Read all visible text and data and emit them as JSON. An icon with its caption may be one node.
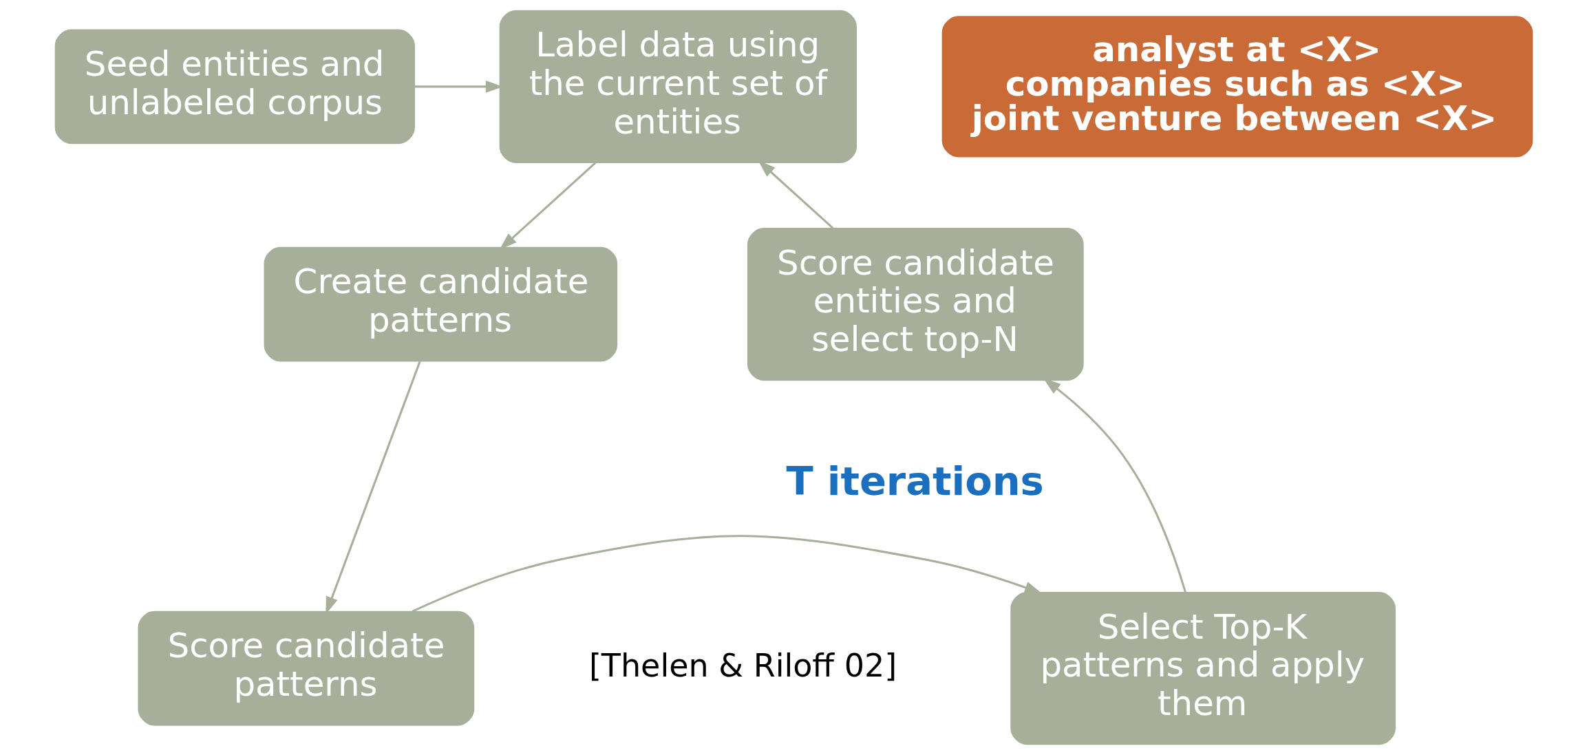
{
  "diagram": {
    "nodes": [
      {
        "text": [
          "Seed entities and unlabeled corpus"
        ]
      },
      {
        "text": [
          "Label data using the current set of entities"
        ]
      },
      {
        "text": [
          "analyst at <X>",
          "companies such as <X>",
          "joint venture between <X>"
        ]
      },
      {
        "text": [
          "Score candidate entities and select top-N"
        ]
      },
      {
        "text": [
          "Create candidate patterns"
        ]
      },
      {
        "text": [
          "Score candidate patterns"
        ]
      },
      {
        "text": [
          "Select Top-K patterns and apply them"
        ]
      }
    ],
    "edges": [
      {
        "from": 0,
        "to": 1,
        "arrow": "to"
      },
      {
        "from": 1,
        "to": 4,
        "arrow": "to"
      },
      {
        "from": 4,
        "to": 5,
        "arrow": "to"
      },
      {
        "from": 5,
        "to": 6,
        "arrow": "to"
      },
      {
        "from": 6,
        "to": 3,
        "arrow": "to"
      },
      {
        "from": 3,
        "to": 1,
        "arrow": "to"
      }
    ],
    "labels": [
      "T iterations",
      "[Thelen & Riloff 02]"
    ]
  }
}
